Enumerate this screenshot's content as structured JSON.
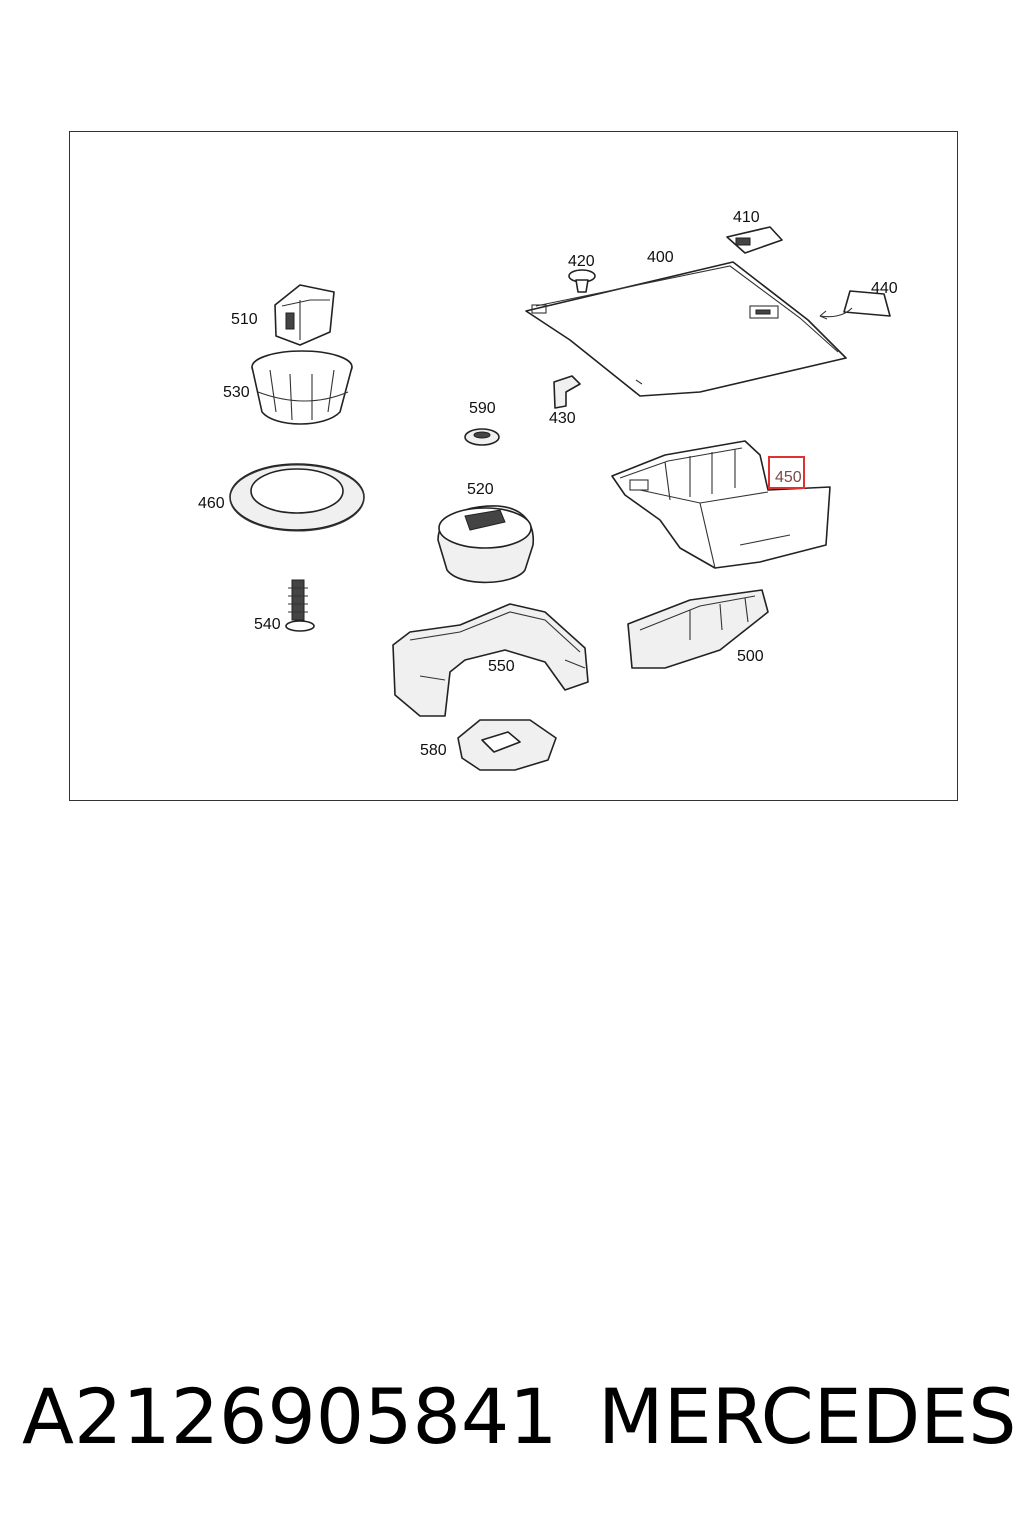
{
  "diagram": {
    "labels": {
      "p400": "400",
      "p410": "410",
      "p420": "420",
      "p430": "430",
      "p440": "440",
      "p450": "450",
      "p460": "460",
      "p500": "500",
      "p510": "510",
      "p520": "520",
      "p530": "530",
      "p540": "540",
      "p550": "550",
      "p580": "580",
      "p590": "590"
    },
    "highlighted_part": "450",
    "highlight_color": "#e03030"
  },
  "footer": {
    "part_number": "A2126905841",
    "brand": "MERCEDES"
  }
}
